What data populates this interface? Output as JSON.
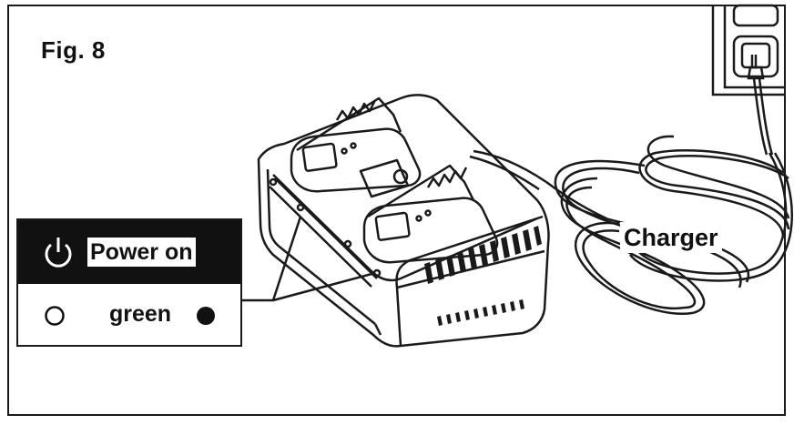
{
  "figure": {
    "title": "Fig. 8"
  },
  "legend": {
    "power_label": "Power on",
    "color_label": "green",
    "icons": [
      "power-icon",
      "ring-icon",
      "filled-dot-icon"
    ]
  },
  "callouts": {
    "charger": "Charger"
  },
  "colors": {
    "line": "#1a1a1a",
    "fill_dark": "#111111",
    "background": "#ffffff"
  }
}
